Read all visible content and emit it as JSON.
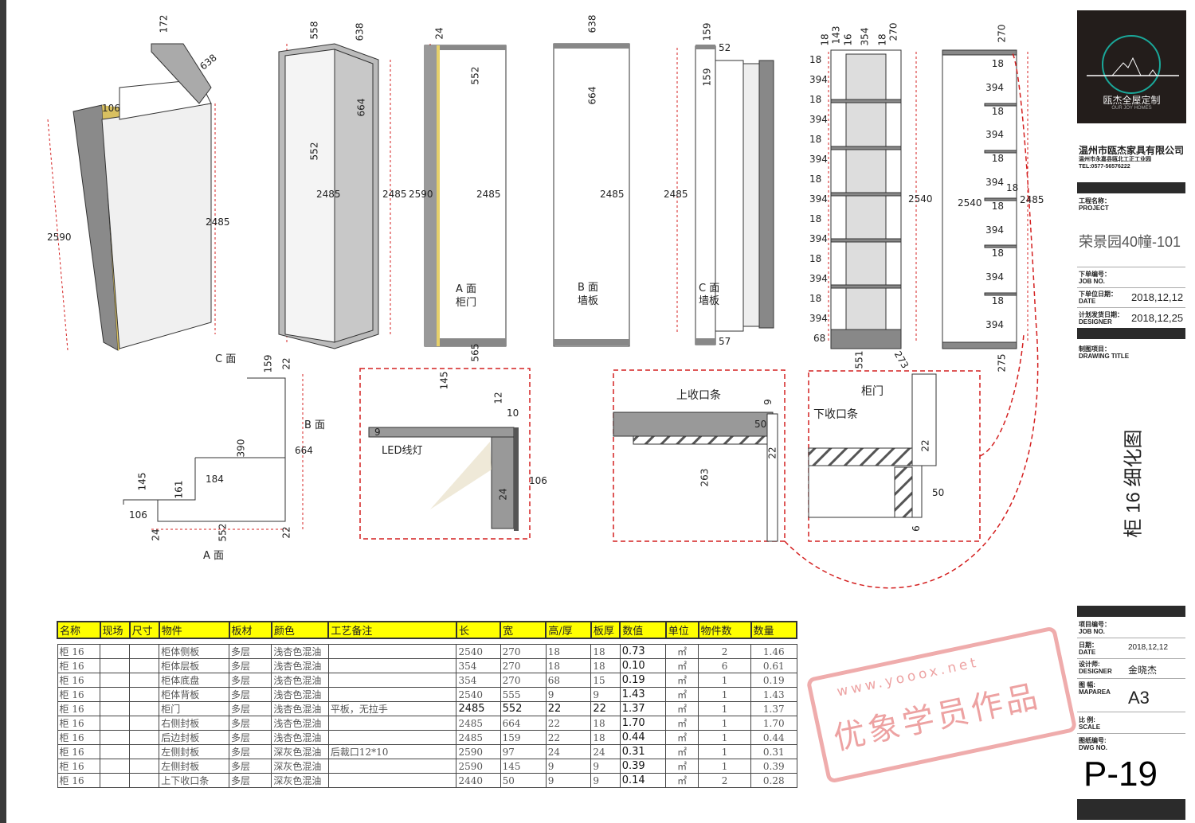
{
  "views": {
    "iso": [
      "172",
      "638",
      "106",
      "2590",
      "2485"
    ],
    "side": [
      "558",
      "638",
      "664",
      "552",
      "2485",
      "2485"
    ],
    "door": [
      "24",
      "552",
      "2590",
      "2485",
      "A 面",
      "柜门",
      "565"
    ],
    "panel_b": [
      "638",
      "664",
      "2485",
      "B 面",
      "墙板"
    ],
    "panel_c": [
      "159",
      "52",
      "159",
      "2485",
      "C 面",
      "墙板",
      "57"
    ],
    "shelf_front": {
      "top": [
        "18",
        "143",
        "16",
        "354",
        "18",
        "270"
      ],
      "left": [
        "18",
        "394",
        "18",
        "394",
        "18",
        "394",
        "18",
        "394",
        "18",
        "394",
        "18",
        "394",
        "18",
        "394"
      ],
      "height": "2540",
      "bottom": "68",
      "width": "551",
      "depth": "273"
    },
    "shelf_side": {
      "top": "270",
      "left": [
        "18",
        "394",
        "18",
        "394",
        "18",
        "394",
        "18",
        "394",
        "18",
        "394",
        "18",
        "394"
      ],
      "height": "2540",
      "mid": "18",
      "outer": "2485",
      "bottom": "275"
    },
    "plan": [
      "C 面",
      "159",
      "22",
      "B 面",
      "664",
      "390",
      "184",
      "145",
      "161",
      "106",
      "24",
      "552",
      "22",
      "A 面"
    ],
    "detail_led": [
      "145",
      "12",
      "10",
      "9",
      "LED线灯",
      "24",
      "106"
    ],
    "detail_top": [
      "上收口条",
      "9",
      "50",
      "22",
      "263"
    ],
    "detail_bottom": [
      "柜门",
      "下收口条",
      "22",
      "50",
      "6"
    ]
  },
  "bom": {
    "headers": [
      "名称",
      "现场",
      "尺寸",
      "物件",
      "板材",
      "颜色",
      "工艺备注",
      "长",
      "宽",
      "高/厚",
      "板厚",
      "数值",
      "单位",
      "物件数",
      "数量"
    ],
    "rows": [
      [
        "柜 16",
        "",
        "",
        "柜体侧板",
        "多层",
        "浅杏色混油",
        "",
        "2540",
        "270",
        "18",
        "18",
        "0.73",
        "㎡",
        "2",
        "1.46"
      ],
      [
        "柜 16",
        "",
        "",
        "柜体层板",
        "多层",
        "浅杏色混油",
        "",
        "354",
        "270",
        "18",
        "18",
        "0.10",
        "㎡",
        "6",
        "0.61"
      ],
      [
        "柜 16",
        "",
        "",
        "柜体底盘",
        "多层",
        "浅杏色混油",
        "",
        "354",
        "270",
        "68",
        "15",
        "0.19",
        "㎡",
        "1",
        "0.19"
      ],
      [
        "柜 16",
        "",
        "",
        "柜体背板",
        "多层",
        "浅杏色混油",
        "",
        "2540",
        "555",
        "9",
        "9",
        "1.43",
        "㎡",
        "1",
        "1.43"
      ],
      [
        "柜 16",
        "",
        "",
        "柜门",
        "多层",
        "浅杏色混油",
        "平板，无拉手",
        "2485",
        "552",
        "22",
        "22",
        "1.37",
        "㎡",
        "1",
        "1.37"
      ],
      [
        "柜 16",
        "",
        "",
        "右侧封板",
        "多层",
        "浅杏色混油",
        "",
        "2485",
        "664",
        "22",
        "18",
        "1.70",
        "㎡",
        "1",
        "1.70"
      ],
      [
        "柜 16",
        "",
        "",
        "后边封板",
        "多层",
        "浅杏色混油",
        "",
        "2485",
        "159",
        "22",
        "18",
        "0.44",
        "㎡",
        "1",
        "0.44"
      ],
      [
        "柜 16",
        "",
        "",
        "左侧封板",
        "多层",
        "深灰色混油",
        "后裁口12*10",
        "2590",
        "97",
        "24",
        "24",
        "0.31",
        "㎡",
        "1",
        "0.31"
      ],
      [
        "柜 16",
        "",
        "",
        "左侧封板",
        "多层",
        "深灰色混油",
        "",
        "2590",
        "145",
        "9",
        "9",
        "0.39",
        "㎡",
        "1",
        "0.39"
      ],
      [
        "柜 16",
        "",
        "",
        "上下收口条",
        "多层",
        "深灰色混油",
        "",
        "2440",
        "50",
        "9",
        "9",
        "0.14",
        "㎡",
        "2",
        "0.28"
      ]
    ]
  },
  "title_block": {
    "logo_cn": "瓯杰全屋定制",
    "logo_en": "OUR JOY HOMES",
    "company": "温州市瓯杰家具有限公司",
    "address": "温州市永嘉县瓯北工正工业园",
    "tel": "TEL:0577-56576222",
    "project_label_cn": "工程名称：",
    "project_label_en": "PROJECT",
    "project": "荣景园40幢-101",
    "job_label_cn": "下单编号：",
    "job_label_en": "JOB NO.",
    "date_label_cn": "下单位日期：",
    "date_label_en": "DATE",
    "date": "2018,12,12",
    "ship_label_cn": "计划发货日期：",
    "ship_label_en": "DESIGNER",
    "ship_date": "2018,12,25",
    "drawing_label_cn": "制图项目：",
    "drawing_label_en": "DRAWING TITLE",
    "drawing_title": "柜 16 细化图",
    "item_label_cn": "项目编号：",
    "item_label_en": "JOB NO.",
    "date2_label_cn": "日期：",
    "date2_label_en": "DATE",
    "date2": "2018,12,12",
    "designer_label_cn": "设计师:",
    "designer_label_en": "DESIGNER",
    "designer": "金晓杰",
    "maparea_label_cn": "图 幅:",
    "maparea_label_en": "MAPAREA",
    "maparea": "A3",
    "scale_label_cn": "比 例:",
    "scale_label_en": "SCALE",
    "dwg_label_cn": "图纸编号:",
    "dwg_label_en": "DWG NO.",
    "dwg_no": "P-19"
  },
  "watermark": {
    "url": "www.yooox.net",
    "text": "优象学员作品"
  },
  "colors": {
    "dimension": "#d42020",
    "highlight": "#ffff00",
    "panel_gray": "#9a9a9a"
  }
}
